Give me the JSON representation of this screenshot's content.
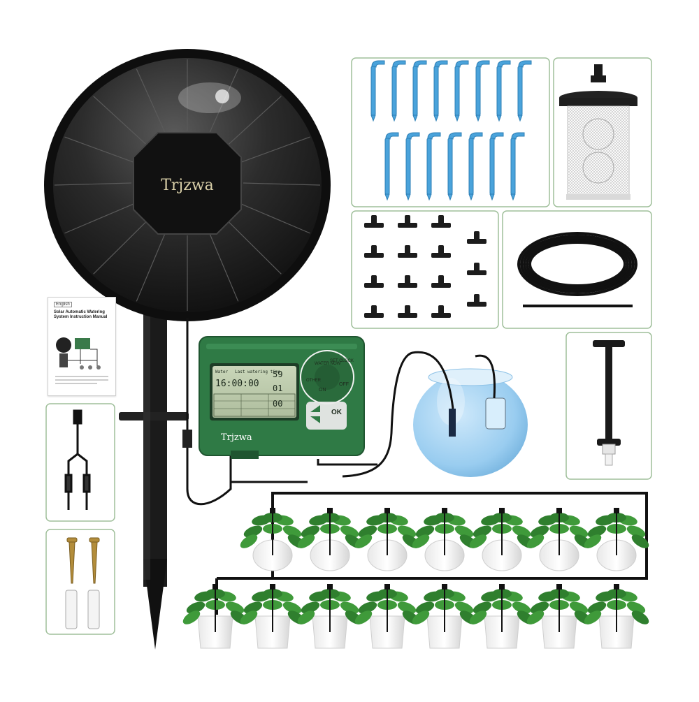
{
  "brand": "Trjzwa",
  "controller": {
    "brand": "Trjzwa",
    "lcd": {
      "label_left": "Water",
      "label_right": "Last watering time",
      "time": "16:00:00",
      "value_top": "59",
      "value_mid": "01",
      "value_bottom": "00"
    },
    "dial_labels": [
      "WATER NOW",
      "SET CLOCK",
      "OFF",
      "ON",
      "OTHER"
    ],
    "ok_label": "OK"
  },
  "manual": {
    "language": "English",
    "title": "Solar Automatic Watering System Instruction Manual"
  },
  "colors": {
    "controller_green": "#2f7a45",
    "drip_stake_blue": "#4aa3db",
    "hose_black": "#1a1a1a",
    "panel_border": "#9fbf9a",
    "bowl_blue": "#8ec7ee"
  }
}
